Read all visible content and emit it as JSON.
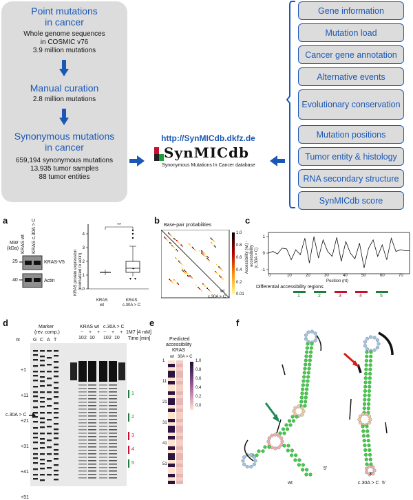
{
  "pipeline": {
    "step1_title": "Point mutations",
    "step1_title2": "in cancer",
    "step1_text1": "Whole genome sequences",
    "step1_text2": "in COSMIC v76",
    "step1_text3": "3.9 million mutations",
    "step2_title": "Manual curation",
    "step2_text": "2.8 million mutations",
    "step3_title": "Synonymous mutations",
    "step3_title2": "in cancer",
    "step3_text1": "659,194 synonymous mutations",
    "step3_text2": "13,935 tumor samples",
    "step3_text3": "88 tumor entities"
  },
  "center": {
    "url": "http://SynMICdb.dkfz.de",
    "logo": "SynMICdb",
    "subtitle": "Synonymous Mutations In Cancer database"
  },
  "features": [
    "Gene information",
    "Mutation load",
    "Cancer gene annotation",
    "Alternative events",
    "Evolutionary conservation",
    "Mutation positions",
    "Tumor entity & histology",
    "RNA secondary structure",
    "SynMICdb score"
  ],
  "panel_a": {
    "label": "a",
    "mw": "MW",
    "kda": "(kDa)",
    "lane1": "KRAS wt",
    "lane2": "KRAS c.30A > C",
    "m25": "25",
    "m40": "40",
    "band1": "KRAS-V5",
    "band2": "Actin",
    "ylabel": "KRAS protein expression",
    "ylabel2": "(normalized to actin)",
    "sig": "**",
    "x1": "KRAS",
    "x1b": "wt",
    "x2": "KRAS",
    "x2b": "c.30A > C",
    "yticks": [
      "0",
      "1",
      "2",
      "3",
      "4"
    ]
  },
  "panel_b": {
    "label": "b",
    "title": "Base-pair probabilities",
    "wt": "wt",
    "mut": "c.30A > C",
    "scale": [
      "1.0",
      "0.8",
      "0.6",
      "0.4",
      "0.2",
      "0.01"
    ]
  },
  "panel_c": {
    "label": "c",
    "ylabel1": "Accessibility (wt) -",
    "ylabel2": "accessibility",
    "ylabel3": "(c.30A > C)",
    "xlabel": "Position (nt)",
    "xticks": [
      "0",
      "10",
      "20",
      "30",
      "40",
      "50",
      "60",
      "70"
    ],
    "yticks": [
      "1",
      "0",
      "-1"
    ],
    "regions_title": "Differential accessibility regions:",
    "regions": [
      "1",
      "2",
      "3",
      "4",
      "5"
    ],
    "region_colors": [
      "#1e7d3a",
      "#1e7d3a",
      "#c8102e",
      "#c8102e",
      "#1e7d3a"
    ]
  },
  "panel_d": {
    "label": "d",
    "marker": "Marker",
    "marker2": "(rev. comp.)",
    "nt": "nt",
    "letters": [
      "G",
      "C",
      "A",
      "T"
    ],
    "wt": "KRAS wt",
    "mut": "c.30A > C",
    "reagent": "1M7 [4 mM]",
    "time": "Time [min]",
    "times": [
      "10",
      "2",
      "10",
      "10",
      "2",
      "10"
    ],
    "pos": [
      "+1",
      "+11",
      "+21",
      "+31",
      "+41",
      "+51"
    ],
    "mut_label": "c.30A > C",
    "regions": [
      "1",
      "2",
      "3",
      "4",
      "5"
    ]
  },
  "panel_e": {
    "label": "e",
    "title1": "Predicted",
    "title2": "accessibility",
    "title3": "KRAS",
    "col1": "wt",
    "col2": "30A > C",
    "rows": [
      "1",
      "11",
      "21",
      "31",
      "41",
      "51"
    ],
    "scale": [
      "1.0",
      "0.8",
      "0.6",
      "0.4",
      "0.2",
      "0.0"
    ]
  },
  "panel_f": {
    "label": "f",
    "wt": "wt",
    "mut": "c.30A > C",
    "end5": "5'",
    "end3": "3'"
  }
}
